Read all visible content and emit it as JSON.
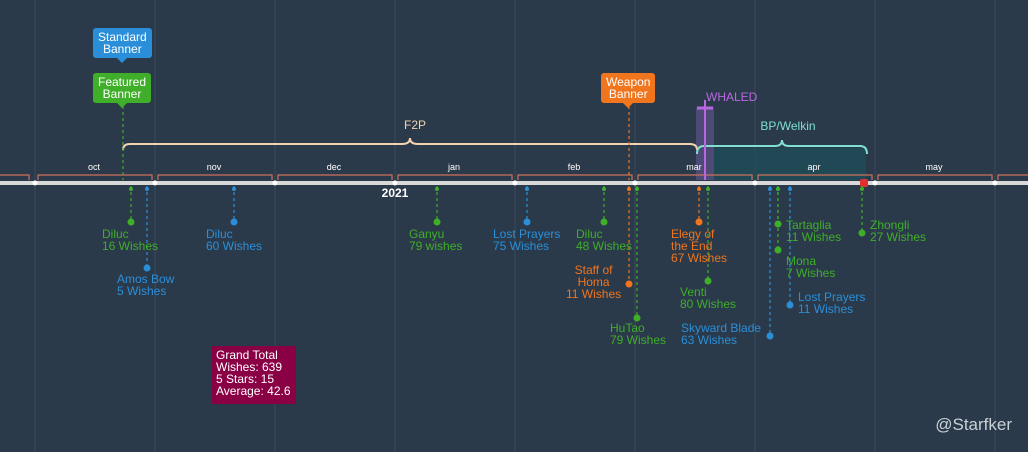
{
  "colors": {
    "background": "#2b3a4a",
    "axis": "#d9d9d9",
    "green": "#3fae29",
    "blue": "#2a8fd8",
    "orange": "#f0751d",
    "purple": "#b768e0",
    "teal": "#7fe0d0",
    "f2p_bracket": "#f2d2b0",
    "total_box": "#8a0045"
  },
  "flags": {
    "standard": "Standard\nBanner",
    "featured": "Featured\nBanner",
    "weapon": "Weapon\nBanner"
  },
  "periods": {
    "f2p": "F2P",
    "whaled": "WHALED",
    "bp": "BP/Welkin"
  },
  "months": [
    "oct",
    "nov",
    "dec",
    "jan",
    "feb",
    "mar",
    "apr",
    "may"
  ],
  "year_label": "2021",
  "events": [
    {
      "name": "Diluc",
      "wishes": "16 Wishes",
      "color": "green"
    },
    {
      "name": "Amos Bow",
      "wishes": "5 Wishes",
      "color": "blue"
    },
    {
      "name": "Diluc",
      "wishes": "60 Wishes",
      "color": "blue"
    },
    {
      "name": "Ganyu",
      "wishes": "79 wishes",
      "color": "green"
    },
    {
      "name": "Lost Prayers",
      "wishes": "75 Wishes",
      "color": "blue"
    },
    {
      "name": "Diluc",
      "wishes": "48 Wishes",
      "color": "green"
    },
    {
      "name": "Staff of\nHoma",
      "wishes": "11 Wishes",
      "color": "orange"
    },
    {
      "name": "HuTao",
      "wishes": "79 Wishes",
      "color": "green"
    },
    {
      "name": "Elegy of\nthe End",
      "wishes": "67 Wishes",
      "color": "orange"
    },
    {
      "name": "Venti",
      "wishes": "80 Wishes",
      "color": "green"
    },
    {
      "name": "Skyward Blade",
      "wishes": "63 Wishes",
      "color": "blue"
    },
    {
      "name": "Tartaglia",
      "wishes": "11 Wishes",
      "color": "green"
    },
    {
      "name": "Mona",
      "wishes": "7 Wishes",
      "color": "green"
    },
    {
      "name": "Lost Prayers",
      "wishes": "11 Wishes",
      "color": "blue"
    },
    {
      "name": "Zhongli",
      "wishes": "27 Wishes",
      "color": "green"
    }
  ],
  "total": {
    "title": "Grand Total",
    "wishes": "Wishes: 639",
    "stars": "5 Stars: 15",
    "average": "Average: 42.6"
  },
  "credit": "@Starfker"
}
